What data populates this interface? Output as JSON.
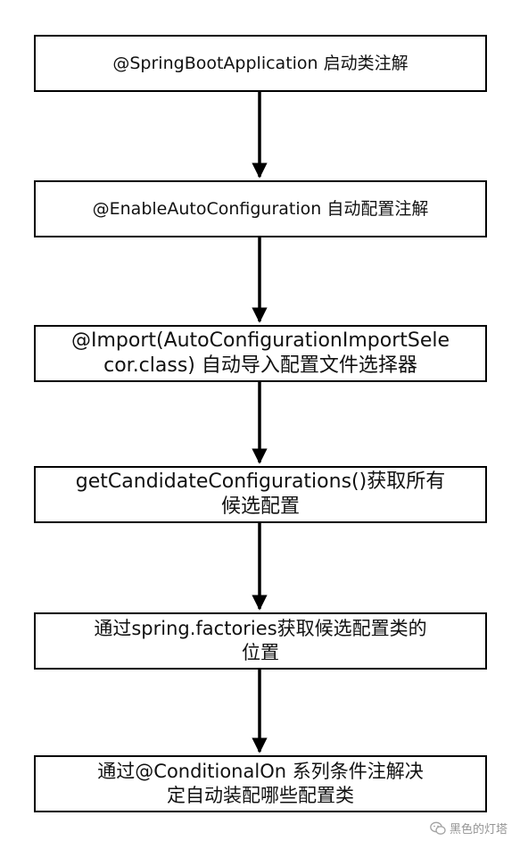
{
  "flowchart": {
    "steps": [
      {
        "text": "@SpringBootApplication 启动类注解"
      },
      {
        "text": "@EnableAutoConfiguration 自动配置注解"
      },
      {
        "text": "@Import(AutoConfigurationImportSele\ncor.class) 自动导入配置文件选择器"
      },
      {
        "text": "getCandidateConfigurations()获取所有\n候选配置"
      },
      {
        "text": "通过spring.factories获取候选配置类的\n位置"
      },
      {
        "text": "通过@ConditionalOn 系列条件注解决\n定自动装配哪些配置类"
      }
    ]
  },
  "watermark": {
    "text": "黑色的灯塔",
    "icon": "wechat-icon"
  }
}
